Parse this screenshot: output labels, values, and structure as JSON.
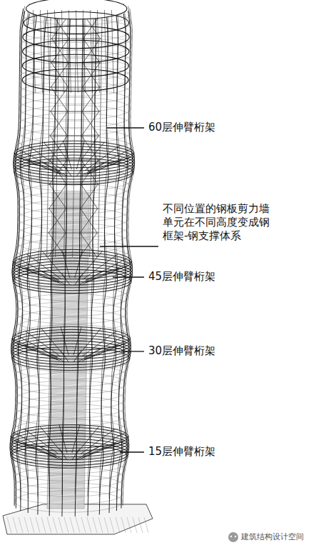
{
  "diagram": {
    "labels": [
      "60层伸臂桁架",
      "不同位置的钢板剪力墙单元在不同高度变成钢框架-钢支撑体系",
      "45层伸臂桁架",
      "30层伸臂桁架",
      "15层伸臂桁架",
      "建筑结构设计空间"
    ]
  }
}
